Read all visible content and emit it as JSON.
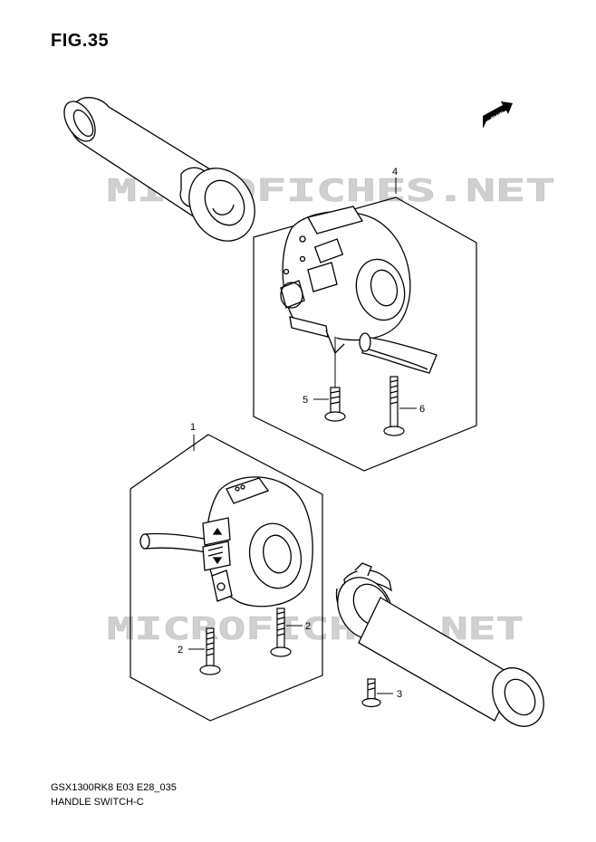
{
  "figure": {
    "title": "FIG.35",
    "model_code": "GSX1300RK8 E03 E28_035",
    "section_name": "HANDLE SWITCH-C"
  },
  "watermark": {
    "text": "MICROFICHES.NET",
    "color": "#d0d0d0"
  },
  "fwd_badge": {
    "label": "FWD"
  },
  "callouts": [
    "4",
    "5",
    "6",
    "1",
    "2",
    "2",
    "3"
  ],
  "colors": {
    "line": "#000000",
    "background": "#ffffff"
  }
}
